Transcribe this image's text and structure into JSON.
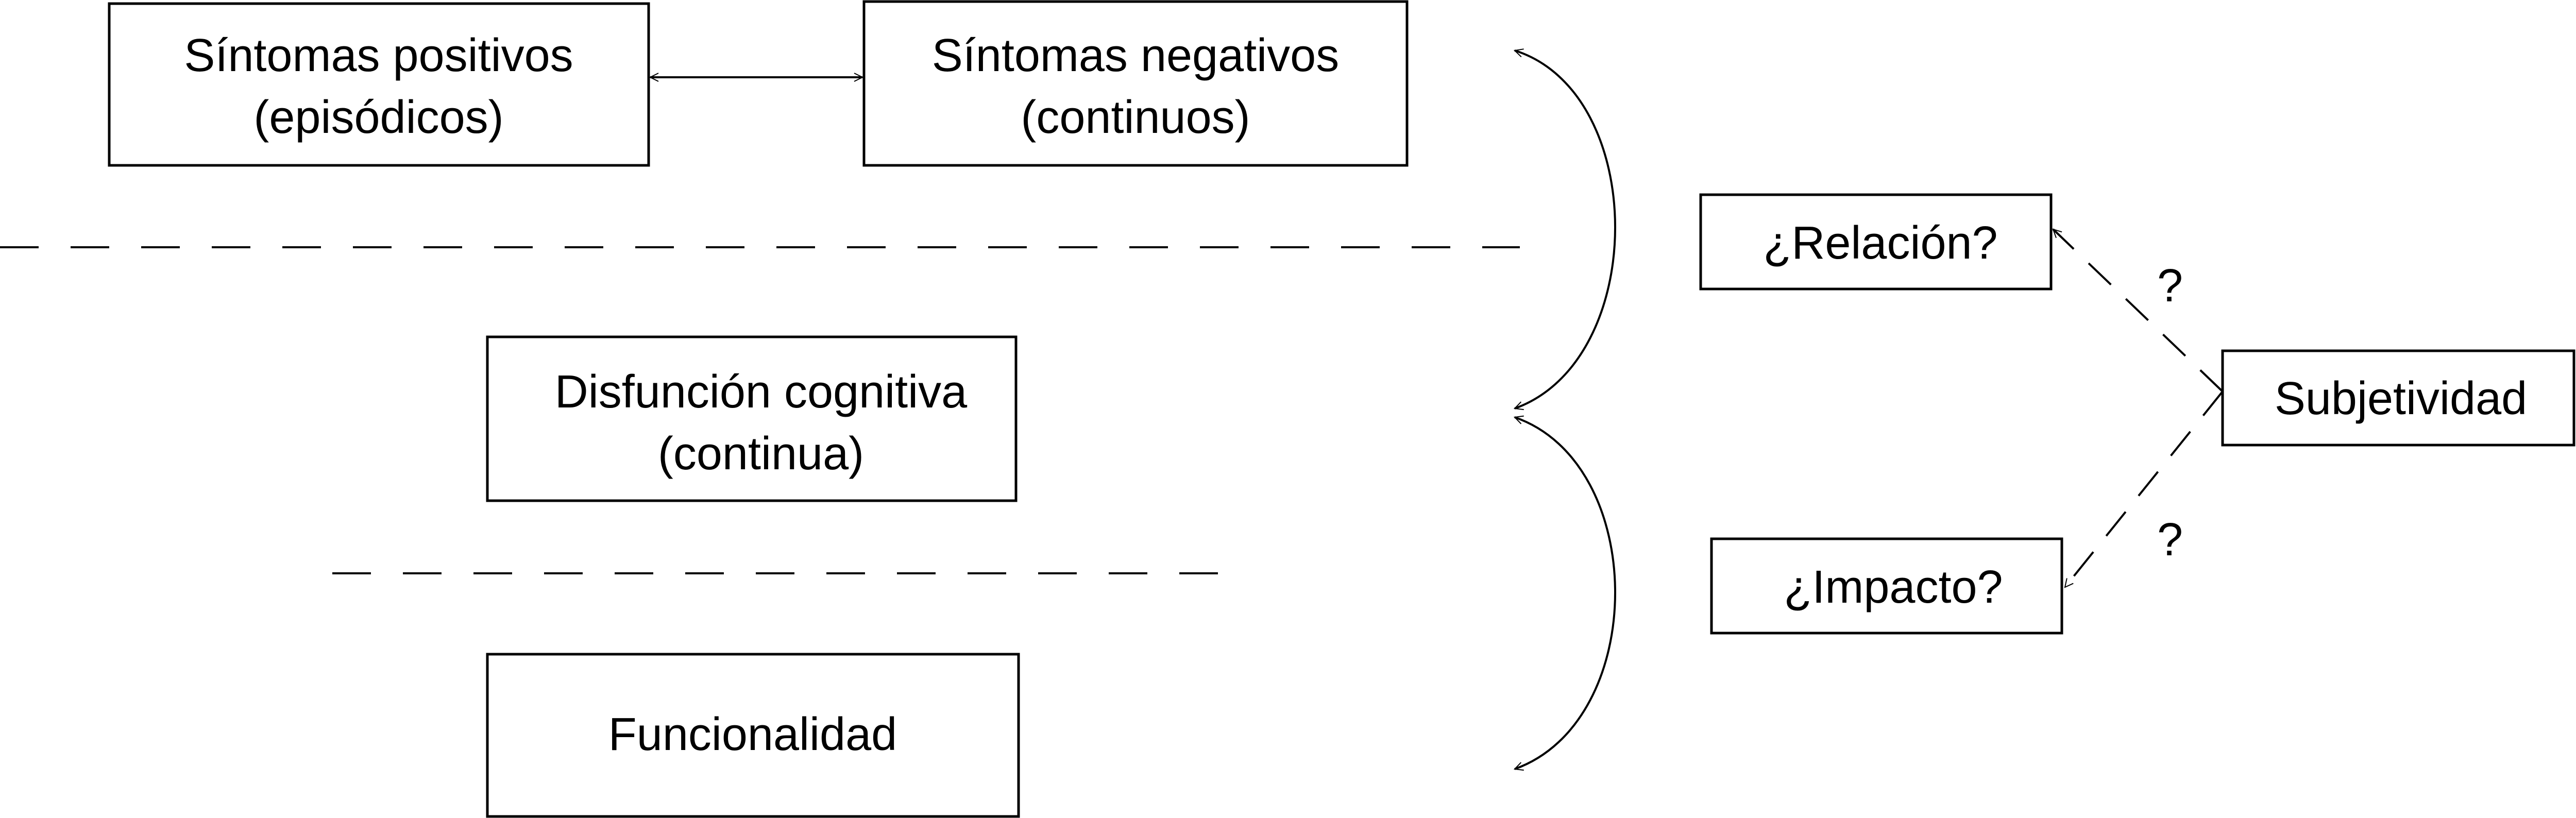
{
  "diagram": {
    "nodes": {
      "sintomas_positivos": {
        "lines": [
          "Síntomas positivos",
          "(episódicos)"
        ]
      },
      "sintomas_negativos": {
        "lines": [
          "Síntomas negativos",
          "(continuos)"
        ]
      },
      "disfuncion_cognitiva": {
        "lines": [
          "Disfunción cognitiva",
          "(continua)"
        ]
      },
      "funcionalidad": {
        "lines": [
          "Funcionalidad"
        ]
      },
      "relacion": {
        "lines": [
          "¿Relación?"
        ]
      },
      "impacto": {
        "lines": [
          "¿Impacto?"
        ]
      },
      "subjetividad": {
        "lines": [
          "Subjetividad"
        ]
      }
    },
    "edge_labels": {
      "upper_question": "?",
      "lower_question": "?"
    },
    "colors": {
      "line": "#000000",
      "background": "#ffffff"
    }
  }
}
